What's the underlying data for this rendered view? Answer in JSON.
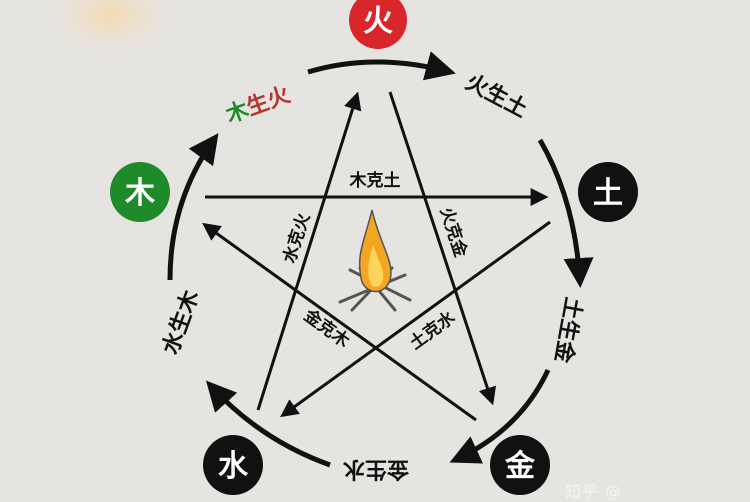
{
  "elements": {
    "fire": {
      "label": "火",
      "color": "#d8262a"
    },
    "earth": {
      "label": "土",
      "color": "#111111"
    },
    "metal": {
      "label": "金",
      "color": "#111111"
    },
    "water": {
      "label": "水",
      "color": "#111111"
    },
    "wood": {
      "label": "木",
      "color": "#1f8a2a"
    }
  },
  "generating": {
    "wood_fire": [
      "木",
      "生",
      "火"
    ],
    "fire_earth": "火生土",
    "earth_metal": "土生金",
    "metal_water": "金生水",
    "water_wood": "水生木"
  },
  "overcoming": {
    "wood_earth": "木克土",
    "fire_metal": "火克金",
    "water_fire": "水克火",
    "metal_wood": "金克木",
    "earth_water": "土克水"
  },
  "center_icon": "campfire-icon",
  "watermark": "知乎 @"
}
